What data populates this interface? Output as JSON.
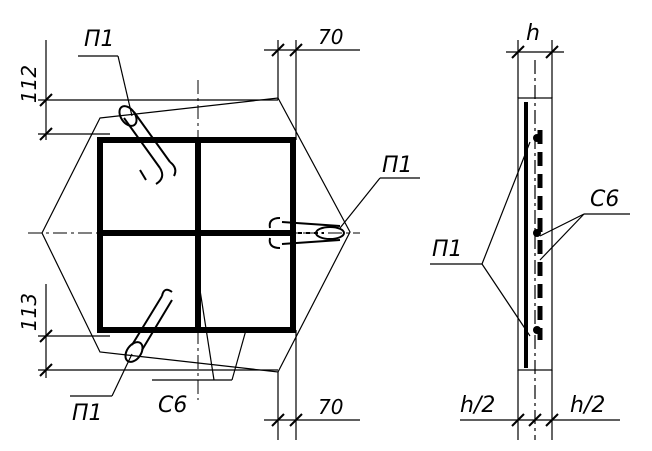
{
  "labels": {
    "p1": "П1",
    "c6": "С6",
    "h": "h",
    "h_half": "h/2",
    "dim_112": "112",
    "dim_113": "113",
    "dim_70": "70"
  }
}
